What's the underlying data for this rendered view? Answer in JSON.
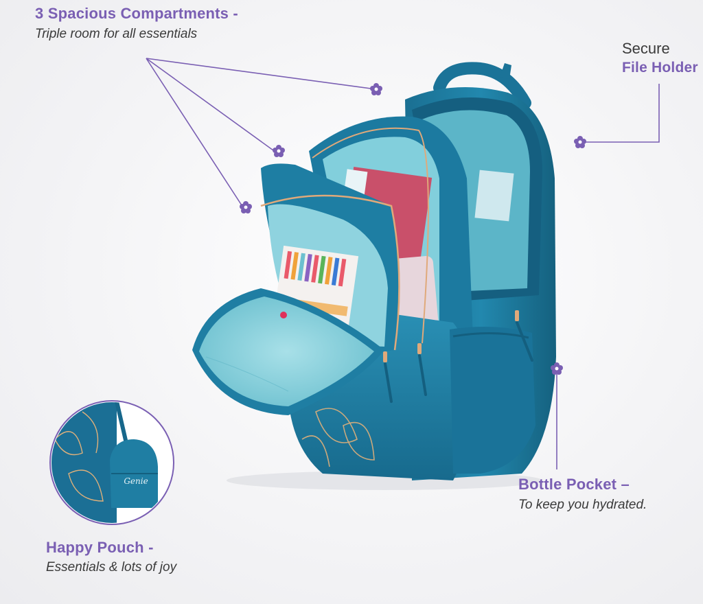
{
  "callouts": {
    "compartments": {
      "title": "3 Spacious Compartments -",
      "subtitle": "Triple room for all essentials"
    },
    "file_holder": {
      "prefix": "Secure",
      "title": "File Holder"
    },
    "bottle_pocket": {
      "title": "Bottle Pocket –",
      "subtitle": "To keep you hydrated."
    },
    "happy_pouch": {
      "title": "Happy Pouch -",
      "subtitle": "Essentials & lots of joy"
    }
  },
  "product": {
    "brand_mark": "Genie"
  },
  "colors": {
    "accent": "#7a5fb3",
    "bag_primary": "#1f7ea3",
    "bag_dark": "#145f7f",
    "bag_lining": "#8fd3df",
    "zipper": "#e0a97a"
  },
  "icons": {
    "marker": "flower-icon"
  }
}
